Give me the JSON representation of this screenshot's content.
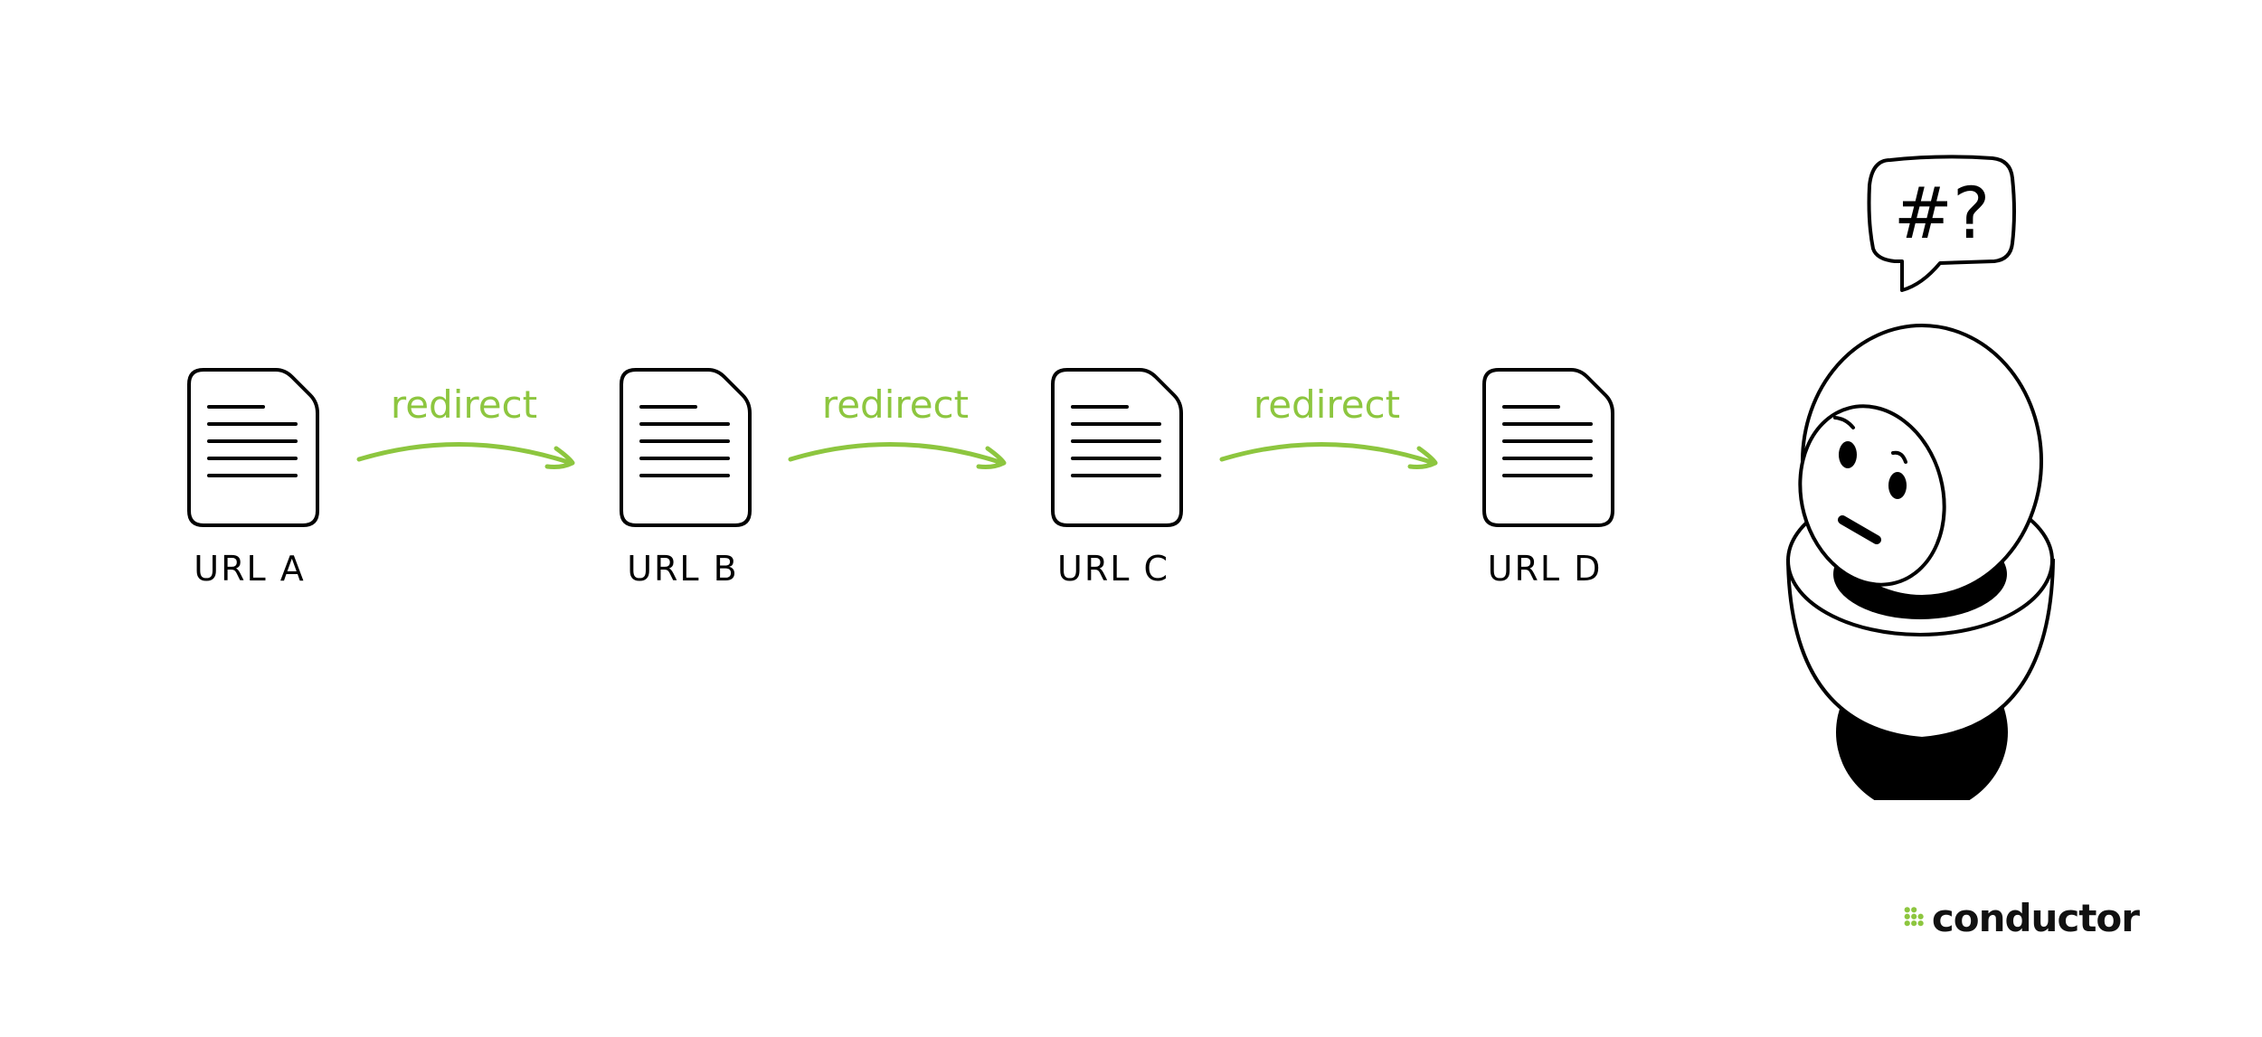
{
  "diagram": {
    "nodes": [
      {
        "label": "URL A"
      },
      {
        "label": "URL B"
      },
      {
        "label": "URL C"
      },
      {
        "label": "URL D"
      }
    ],
    "edges": [
      {
        "from": "URL A",
        "to": "URL B",
        "label": "redirect"
      },
      {
        "from": "URL B",
        "to": "URL C",
        "label": "redirect"
      },
      {
        "from": "URL C",
        "to": "URL D",
        "label": "redirect"
      }
    ],
    "speech_bubble_text": "#?",
    "accent_color": "#8dc63f"
  },
  "brand": {
    "name": "conductor",
    "color": "#8dc63f"
  }
}
